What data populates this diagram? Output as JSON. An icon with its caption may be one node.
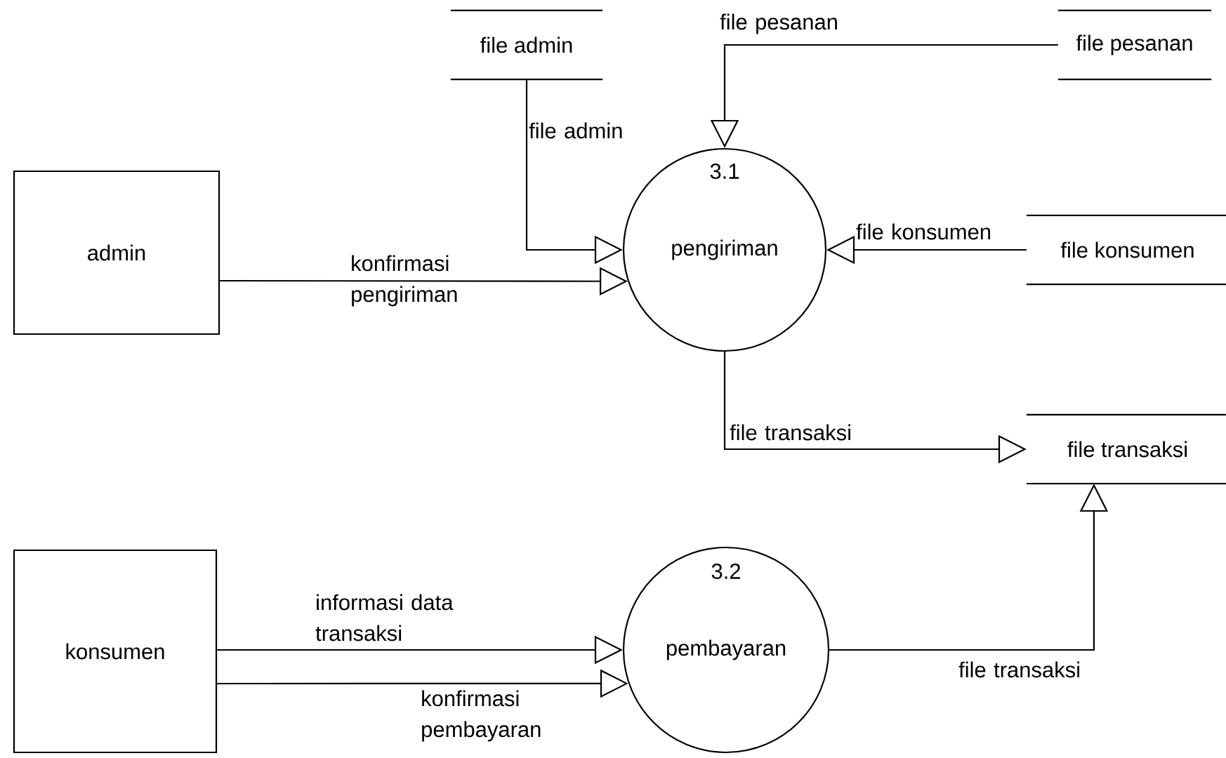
{
  "diagram": {
    "nodes": [
      {
        "text": [
          "admin"
        ]
      },
      {
        "text": [
          "file admin"
        ]
      },
      {
        "text": [
          "file pesanan"
        ]
      },
      {
        "text": [
          "3.1",
          "pengiriman"
        ]
      },
      {
        "text": [
          "file konsumen"
        ]
      },
      {
        "text": [
          "file transaksi"
        ]
      },
      {
        "text": [
          "konsumen"
        ]
      },
      {
        "text": [
          "3.2",
          "pembayaran"
        ]
      }
    ],
    "edges": [
      {
        "from": 1,
        "to": 3,
        "arrow": "to",
        "label": "file admin"
      },
      {
        "from": 0,
        "to": 3,
        "arrow": "to",
        "label": "konfirmasi pengiriman"
      },
      {
        "from": 2,
        "to": 3,
        "arrow": "to",
        "label": "file pesanan"
      },
      {
        "from": 4,
        "to": 3,
        "arrow": "to",
        "label": "file konsumen"
      },
      {
        "from": 3,
        "to": 5,
        "arrow": "to",
        "label": "file transaksi"
      },
      {
        "from": 6,
        "to": 7,
        "arrow": "to",
        "label": "informasi data transaksi"
      },
      {
        "from": 6,
        "to": 7,
        "arrow": "to",
        "label": "konfirmasi pembayaran"
      },
      {
        "from": 7,
        "to": 5,
        "arrow": "to",
        "label": "file transaksi"
      }
    ]
  }
}
